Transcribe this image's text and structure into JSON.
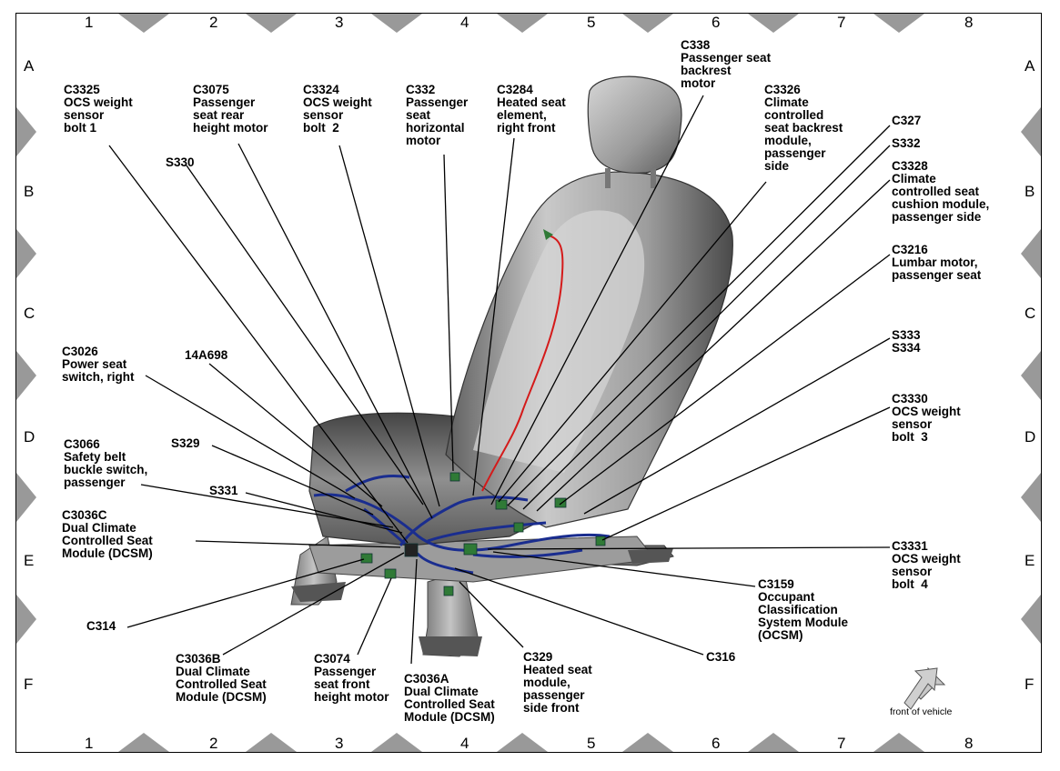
{
  "grid": {
    "columns": [
      "1",
      "2",
      "3",
      "4",
      "5",
      "6",
      "7",
      "8"
    ],
    "rows": [
      "A",
      "B",
      "C",
      "D",
      "E",
      "F"
    ]
  },
  "labels": {
    "c3325": "C3325\nOCS weight\nsensor\nbolt 1",
    "c3075": "C3075\nPassenger\nseat rear\nheight motor",
    "c3324": "C3324\nOCS weight\nsensor\nbolt  2",
    "c332": "C332\nPassenger\nseat\nhorizontal\nmotor",
    "c3284": "C3284\nHeated seat\nelement,\nright front",
    "c338": "C338\nPassenger seat\nbackrest\nmotor",
    "c3326": "C3326\nClimate\ncontrolled\nseat backrest\nmodule,\npassenger\nside",
    "c327": "C327",
    "s332": "S332",
    "c3328": "C3328\nClimate\ncontrolled seat\ncushion module,\npassenger side",
    "c3216": "C3216\nLumbar motor,\npassenger seat",
    "s333": "S333\nS334",
    "c3330": "C3330\nOCS weight\nsensor\nbolt  3",
    "c3331": "C3331\nOCS weight\nsensor\nbolt  4",
    "c3159": "C3159\nOccupant\nClassification\nSystem Module\n(OCSM)",
    "c316": "C316",
    "c329": "C329\nHeated seat\nmodule,\npassenger\nside front",
    "c3036a": "C3036A\nDual Climate\nControlled Seat\nModule (DCSM)",
    "c3074": "C3074\nPassenger\nseat front\nheight motor",
    "c3036b": "C3036B\nDual Climate\nControlled Seat\nModule (DCSM)",
    "c314": "C314",
    "c3036c": "C3036C\nDual Climate\nControlled Seat\nModule (DCSM)",
    "s331": "S331",
    "c3066": "C3066\nSafety belt\nbuckle switch,\npassenger",
    "s329": "S329",
    "c3026": "C3026\nPower seat\nswitch, right",
    "p14a698": "14A698",
    "s330": "S330"
  },
  "front_of_vehicle": "front of vehicle",
  "colors": {
    "seat_gray": "#8a8a8a",
    "harness_blue": "#1a2d8f",
    "heater_red": "#d41a1a",
    "connector_green": "#2f7a36"
  }
}
